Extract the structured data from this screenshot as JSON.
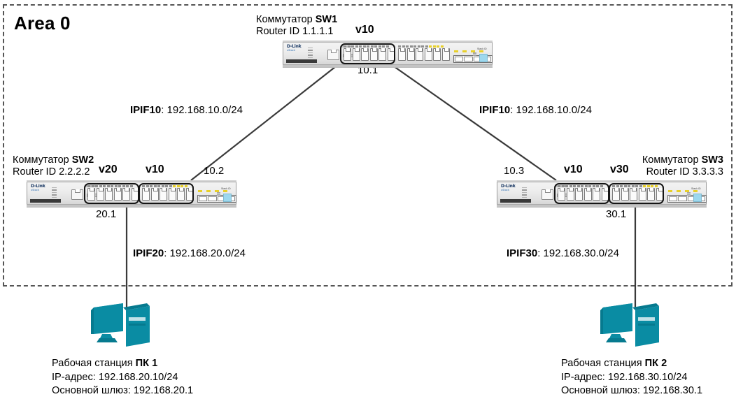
{
  "area": {
    "title": "Area 0"
  },
  "switches": [
    {
      "id": "sw1",
      "name_prefix": "Коммутатор ",
      "name": "SW1",
      "router_id": "Router ID 1.1.1.1",
      "vlans": [
        {
          "label": "v10"
        }
      ],
      "ip_last_octets": [
        "10.1"
      ]
    },
    {
      "id": "sw2",
      "name_prefix": "Коммутатор ",
      "name": "SW2",
      "router_id": "Router ID 2.2.2.2",
      "vlans": [
        {
          "label": "v20"
        },
        {
          "label": "v10"
        }
      ],
      "ip_last_octets": [
        "20.1",
        "10.2"
      ]
    },
    {
      "id": "sw3",
      "name_prefix": "Коммутатор ",
      "name": "SW3",
      "router_id": "Router ID 3.3.3.3",
      "vlans": [
        {
          "label": "v10"
        },
        {
          "label": "v30"
        }
      ],
      "ip_last_octets": [
        "10.3",
        "30.1"
      ]
    }
  ],
  "links": [
    {
      "id": "ipif10_left",
      "name": "IPIF10",
      "sep": ": ",
      "subnet": "192.168.10.0/24"
    },
    {
      "id": "ipif10_right",
      "name": "IPIF10",
      "sep": ": ",
      "subnet": "192.168.10.0/24"
    },
    {
      "id": "ipif20",
      "name": "IPIF20",
      "sep": ": ",
      "subnet": "192.168.20.0/24"
    },
    {
      "id": "ipif30",
      "name": "IPIF30",
      "sep": ": ",
      "subnet": "192.168.30.0/24"
    }
  ],
  "workstations": [
    {
      "id": "pc1",
      "title_prefix": "Рабочая станция ",
      "title_name": "ПК 1",
      "ip": "IP-адрес: 192.168.20.10/24",
      "gateway": "Основной шлюз: 192.168.20.1"
    },
    {
      "id": "pc2",
      "title_prefix": "Рабочая станция ",
      "title_name": "ПК 2",
      "ip": "IP-адрес: 192.168.30.10/24",
      "gateway": "Основной шлюз: 192.168.30.1"
    }
  ],
  "colors": {
    "pc_icon": "#0a8ca3",
    "pc_icon_dark": "#067a8f",
    "link_line": "#3a3a3a",
    "area_border": "#555555",
    "highlight": "#151515"
  }
}
